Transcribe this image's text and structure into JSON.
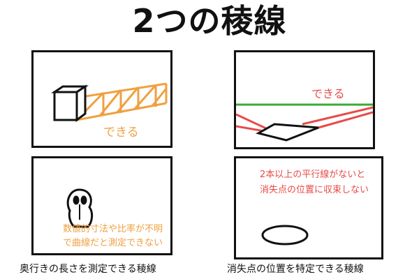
{
  "title": "2つの稜線",
  "panels": {
    "top_left": {
      "label": "できる"
    },
    "bottom_left": {
      "note_line1": "数値的寸法や比率が不明",
      "note_line2": "で曲線だと測定できない"
    },
    "top_right": {
      "label": "できる"
    },
    "bottom_right": {
      "note_line1": "2本以上の平行線がないと",
      "note_line2": "消失点の位置に収束しない"
    }
  },
  "captions": {
    "left": "奥行きの長さを測定できる稜線",
    "right": "消失点の位置を特定できる稜線"
  },
  "colors": {
    "ink": "#111111",
    "orange": "#f0a040",
    "red": "#e84a4a",
    "green": "#3aaa35"
  }
}
